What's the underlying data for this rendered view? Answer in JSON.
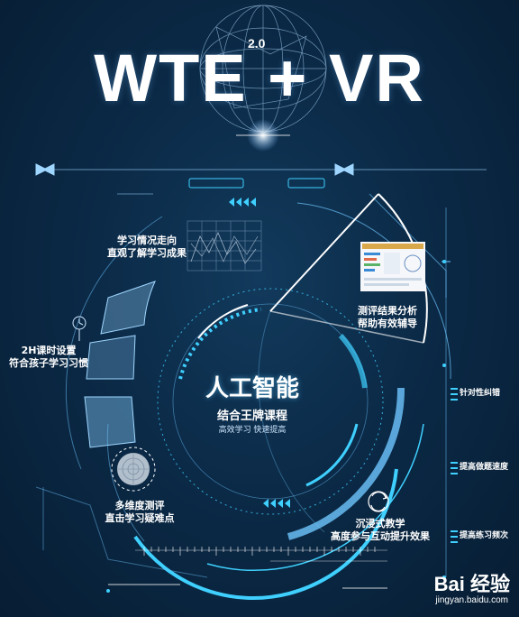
{
  "header": {
    "title": "WTE + VR",
    "version": "2.0"
  },
  "features": {
    "learning_trend_line1": "学习情况走向",
    "learning_trend_line2": "直观了解学习成果",
    "hours_line1": "2H课时设置",
    "hours_line2": "符合孩子学习习惯",
    "analysis_line1": "测评结果分析",
    "analysis_line2": "帮助有效辅导",
    "multi_line1": "多维度测评",
    "multi_line2": "直击学习疑难点",
    "immersive_line1": "沉浸式教学",
    "immersive_line2": "高度参与互动提升效果"
  },
  "center": {
    "title": "人工智能",
    "subtitle": "结合王牌课程",
    "tagline": "高效学习 快速提高"
  },
  "side_tags": [
    "针对性纠错",
    "提高做题速度",
    "提高练习频次"
  ],
  "watermark": {
    "logo": "Bai 经验",
    "url": "jingyan.baidu.com"
  },
  "colors": {
    "background": "#0b2a47",
    "accent": "#3fd0ff",
    "text": "#ffffff"
  }
}
